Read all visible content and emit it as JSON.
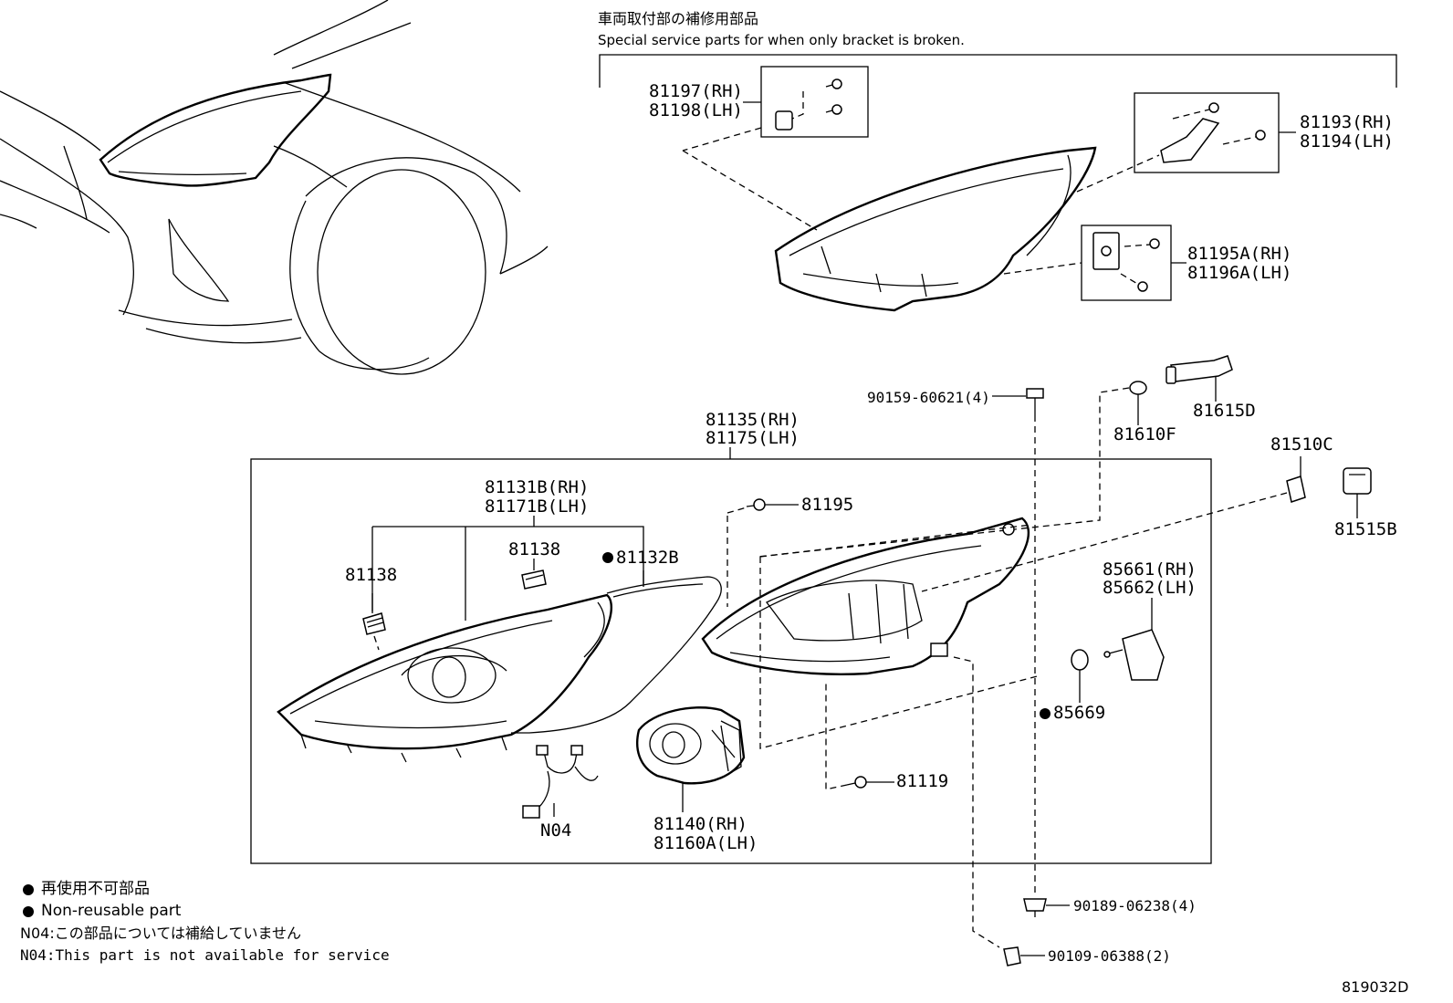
{
  "header": {
    "title_jp": "車両取付部の補修用部品",
    "title_en": "Special service parts for when only bracket is broken."
  },
  "parts": {
    "p81197": "81197(RH)",
    "p81198": "81198(LH)",
    "p81193": "81193(RH)",
    "p81194": "81194(LH)",
    "p81195A": "81195A(RH)",
    "p81196A": "81196A(LH)",
    "p90159": "90159-60621(4)",
    "p81610F": "81610F",
    "p81615D": "81615D",
    "p81510C": "81510C",
    "p81515B": "81515B",
    "p81135": "81135(RH)",
    "p81175": "81175(LH)",
    "p81131B": "81131B(RH)",
    "p81171B": "81171B(LH)",
    "p81138a": "81138",
    "p81138b": "81138",
    "p81132B": "81132B",
    "p81195": "81195",
    "p85661": "85661(RH)",
    "p85662": "85662(LH)",
    "p85669": "85669",
    "p81119": "81119",
    "pN04": "N04",
    "p81140": "81140(RH)",
    "p81160A": "81160A(LH)",
    "p90189": "90189-06238(4)",
    "p90109": "90109-06388(2)"
  },
  "legend": {
    "nonreusable_jp": "再使用不可部品",
    "nonreusable_en": "Non-reusable part",
    "n04_jp": "N04:この部品については補給していません",
    "n04_en": "N04:This part is not available for service"
  },
  "diagram_code": "819032D"
}
